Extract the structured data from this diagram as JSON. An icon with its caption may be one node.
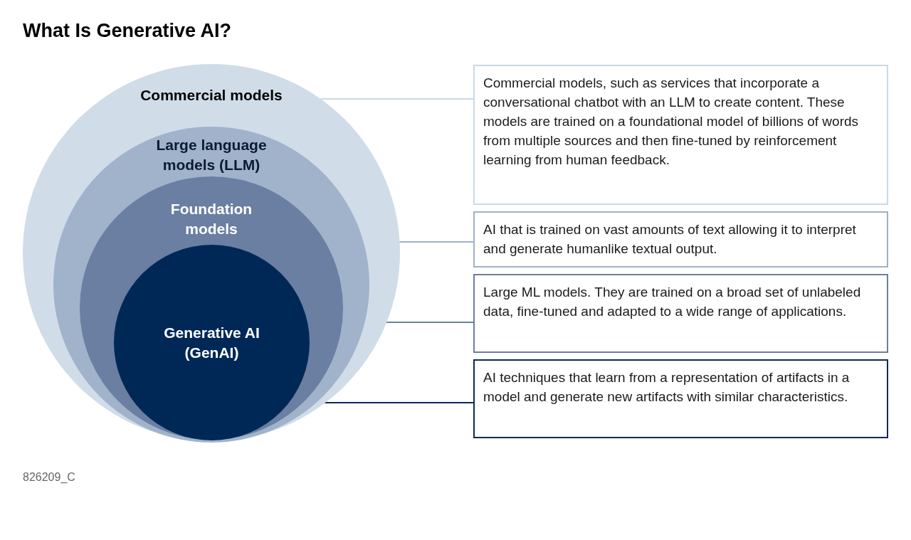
{
  "diagram": {
    "title": "What Is Generative AI?",
    "nodes": [
      {
        "text": [
          "Commercial models"
        ]
      },
      {
        "text": [
          "Large language models (LLM)"
        ],
        "in": 0
      },
      {
        "text": [
          "Foundation models"
        ],
        "in": 1
      },
      {
        "text": [
          "Generative AI (GenAI)"
        ],
        "in": 2
      },
      {
        "text": [
          "Commercial models, such as services that incorporate a conversational chatbot with an LLM to create content. These models are trained on a foundational model of billions of words from multiple sources and then fine-tuned by reinforcement learning from human feedback."
        ]
      },
      {
        "text": [
          "AI that is trained on vast amounts of text allowing it to interpret and generate humanlike textual output."
        ]
      },
      {
        "text": [
          "Large ML models. They are trained on a broad set of unlabeled data, fine-tuned and adapted to a wide range of applications."
        ]
      },
      {
        "text": [
          "AI techniques that learn from a representation of artifacts in a model and generate new artifacts with similar characteristics."
        ]
      }
    ],
    "edges": [
      {
        "from": 0,
        "to": 4,
        "arrow": "none",
        "color": "#c9d9e6"
      },
      {
        "from": 1,
        "to": 5,
        "arrow": "none",
        "color": "#9fb0c8"
      },
      {
        "from": 2,
        "to": 6,
        "arrow": "none",
        "color": "#6b7fa0"
      },
      {
        "from": 3,
        "to": 7,
        "arrow": "none",
        "color": "#0b2a55"
      }
    ],
    "labels": [
      "826209_C"
    ]
  }
}
